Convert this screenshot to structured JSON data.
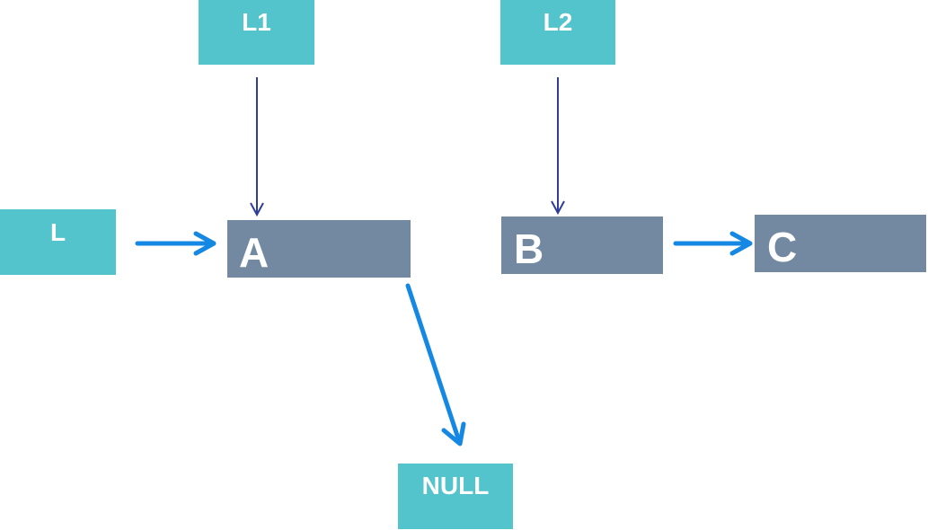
{
  "pointers": {
    "l1": "L1",
    "l2": "L2",
    "l": "L",
    "null": "NULL"
  },
  "nodes": {
    "a": "A",
    "b": "B",
    "c": "C"
  },
  "colors": {
    "pointer_fill": "#53c3cc",
    "node_fill": "#7289a1",
    "thin_arrow": "#2e3f99",
    "thick_arrow": "#1588e3",
    "label_text": "#ffffff"
  }
}
